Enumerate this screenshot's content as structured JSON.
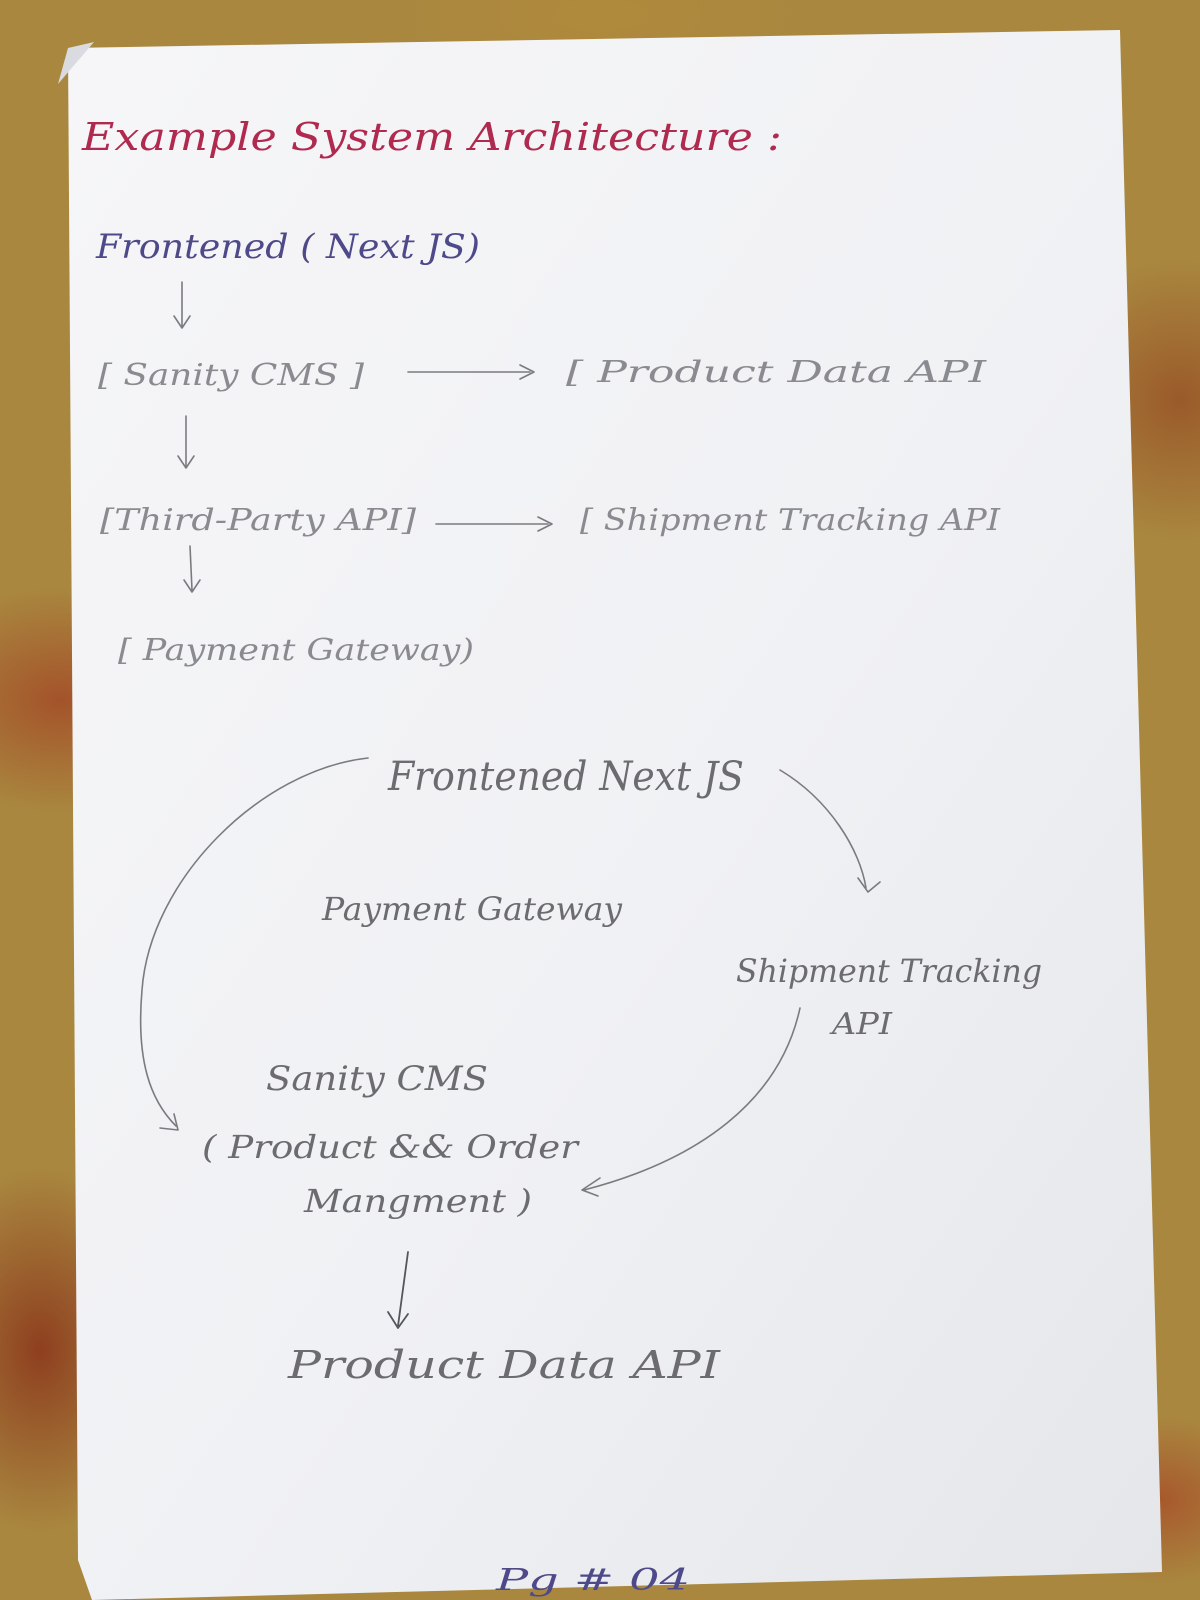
{
  "page": {
    "title": "Example System Architecture :",
    "page_number": "Pg # 04"
  },
  "list_diagram": {
    "frontend": "Frontened ( Next JS)",
    "cms": "[ Sanity CMS ]",
    "product_api": "[ Product Data API",
    "third_party": "[Third-Party API]",
    "shipment_api": "[ Shipment Tracking API",
    "payment": "[ Payment Gateway)"
  },
  "flow_diagram": {
    "frontend": "Frontened Next JS",
    "payment": "Payment Gateway",
    "shipment_line1": "Shipment Tracking",
    "shipment_line2": "API",
    "cms": "Sanity CMS",
    "cms_detail_line1": "( Product && Order",
    "cms_detail_line2": "Mangment )",
    "product_api": "Product Data API"
  },
  "colors": {
    "title_ink": "#b02a4f",
    "blue_ink": "#4e4a8a",
    "pencil": "#6b6b70",
    "paper": "#f3f4f6",
    "carpet": "#a9873f"
  }
}
